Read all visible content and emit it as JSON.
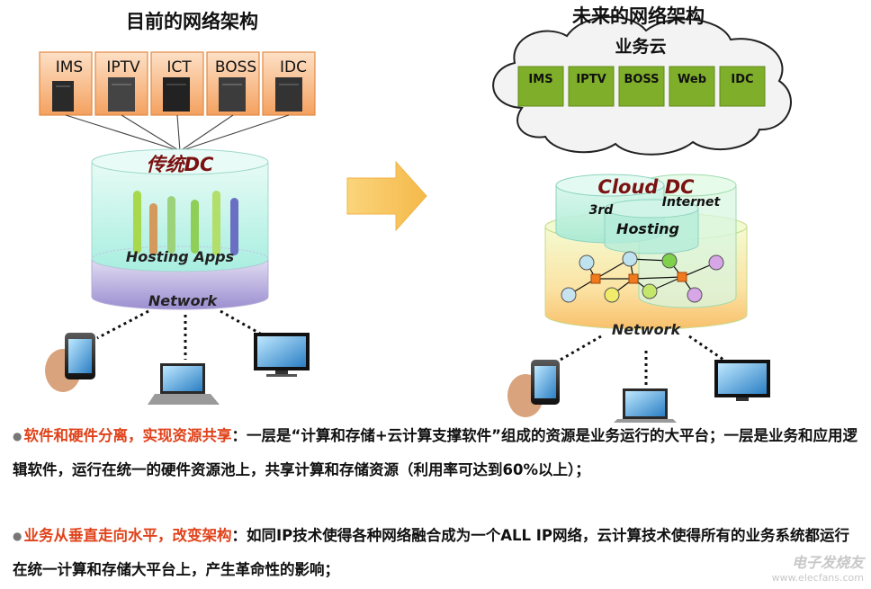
{
  "left": {
    "title": "目前的网络架构",
    "servers": [
      "IMS",
      "IPTV",
      "ICT",
      "BOSS",
      "IDC"
    ],
    "dc_label": "传统DC",
    "apps_label": "Hosting Apps",
    "network_label": "Network"
  },
  "right": {
    "title": "未来的网络架构",
    "cloud_label": "业务云",
    "cloud_services": [
      "IMS",
      "IPTV",
      "BOSS",
      "Web",
      "IDC"
    ],
    "dc_label": "Cloud DC",
    "third_label": "3rd",
    "internet_label": "Internet",
    "hosting_label": "Hosting",
    "network_label": "Network"
  },
  "colors": {
    "accent_red": "#e0421a",
    "dc_title": "#7a1212",
    "arrow": "#f7c65a",
    "green_box": "#7fae2a"
  },
  "text": {
    "p1_highlight": "软件和硬件分离，实现资源共享",
    "p1_body": "：一层是“计算和存储+云计算支撑软件”组成的资源是业务运行的大平台；一层是业务和应用逻辑软件，运行在统一的硬件资源池上，共享计算和存储资源（利用率可达到60%以上）；",
    "p2_highlight": "业务从垂直走向水平，改变架构",
    "p2_body": "：如同IP技术使得各种网络融合成为一个ALL IP网络，云计算技术使得所有的业务系统都运行在统一计算和存储大平台上，产生革命性的影响；"
  },
  "watermark": {
    "line1": "电子发烧友",
    "line2": "www.elecfans.com"
  }
}
